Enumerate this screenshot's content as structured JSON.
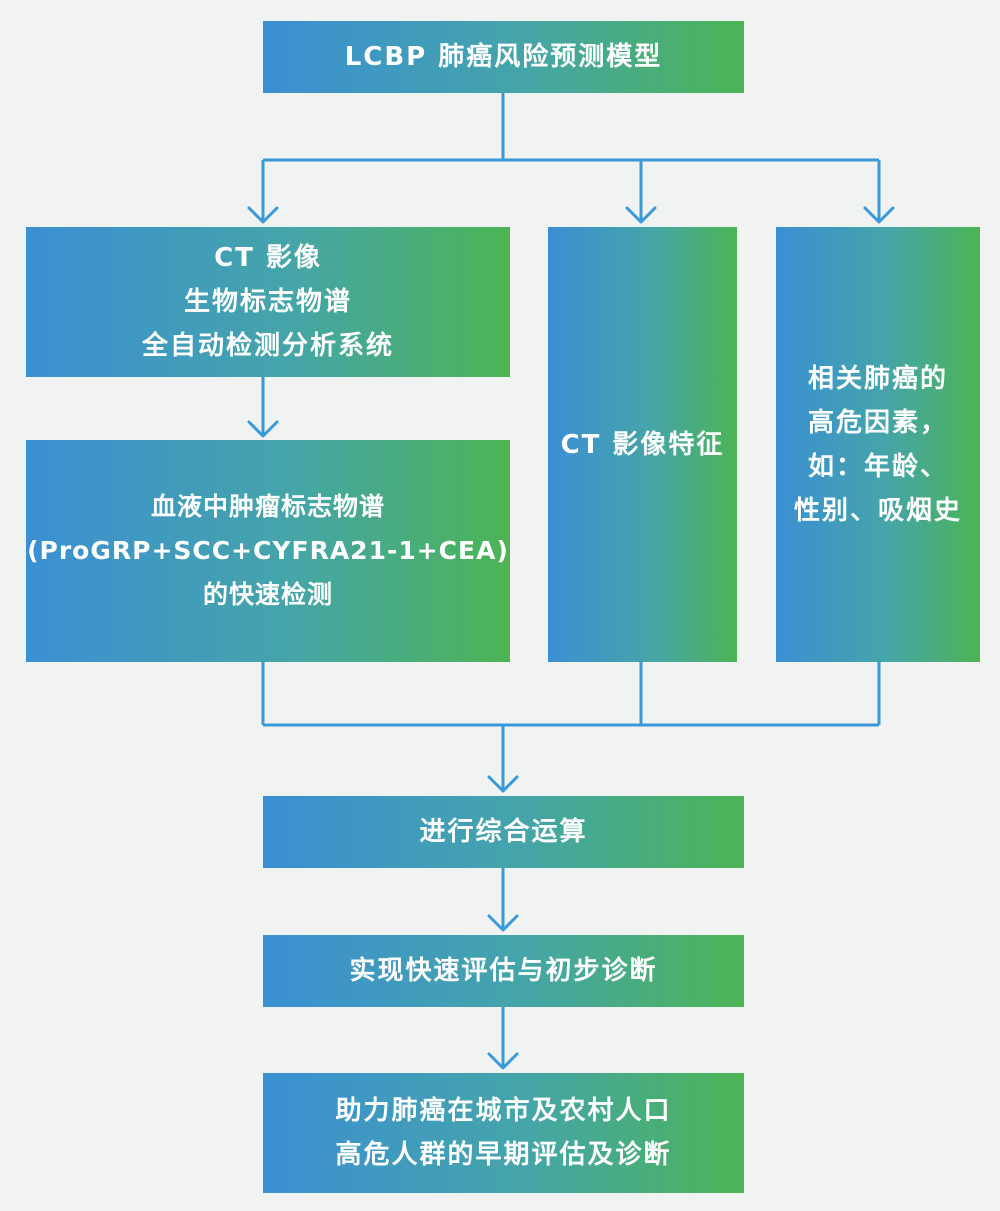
{
  "title": "LCBP 肺癌风险预测模型",
  "ct_system": [
    "CT 影像",
    "生物标志物谱",
    "全自动检测分析系统"
  ],
  "blood": [
    "血液中肿瘤标志物谱",
    "(ProGRP+SCC+CYFRA21-1+CEA)",
    "的快速检测"
  ],
  "ct_feature": [
    "CT 影像特征"
  ],
  "risk": [
    "相关肺癌的",
    "高危因素，",
    "如：年龄、",
    "性别、吸烟史"
  ],
  "compute": [
    "进行综合运算"
  ],
  "evaluate": [
    "实现快速评估与初步诊断"
  ],
  "help": [
    "助力肺癌在城市及农村人口",
    "高危人群的早期评估及诊断"
  ],
  "colors": {
    "gradient_start": "#3b8fd3",
    "gradient_end": "#4cb454",
    "connector": "#3a9ad9",
    "background": "#f1f2f2"
  }
}
